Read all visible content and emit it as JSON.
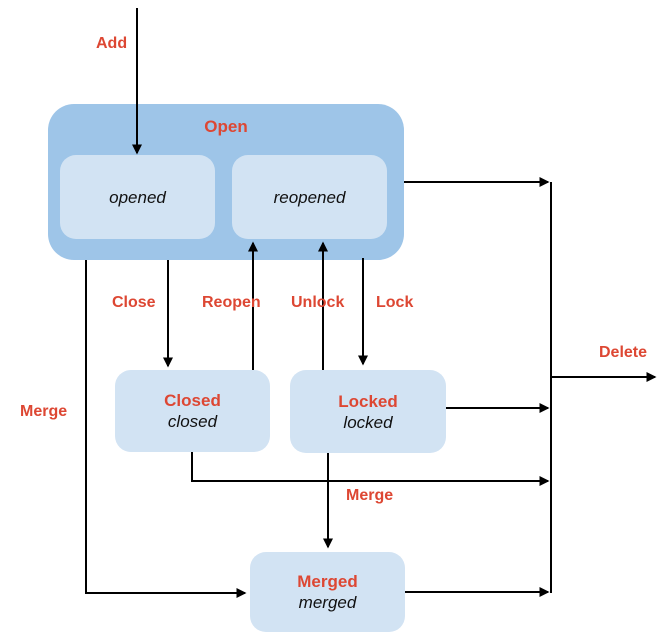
{
  "diagram": {
    "type": "state-diagram",
    "open_group": {
      "label": "Open",
      "states": {
        "opened": "opened",
        "reopened": "reopened"
      }
    },
    "nodes": {
      "closed": {
        "title": "Closed",
        "state": "closed"
      },
      "locked": {
        "title": "Locked",
        "state": "locked"
      },
      "merged": {
        "title": "Merged",
        "state": "merged"
      }
    },
    "transitions": {
      "add": "Add",
      "close": "Close",
      "reopen": "Reopen",
      "unlock": "Unlock",
      "lock": "Lock",
      "merge_left": "Merge",
      "merge_bottom": "Merge",
      "delete": "Delete"
    },
    "colors": {
      "group_fill": "#9ec5e8",
      "node_fill": "#d2e3f3",
      "label_red": "#dd4733",
      "line": "#000000",
      "state_text": "#111111",
      "background": "#ffffff"
    }
  }
}
